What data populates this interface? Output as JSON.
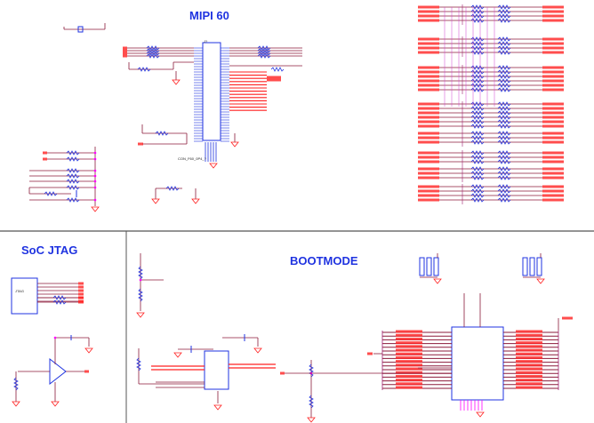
{
  "sections": {
    "mipi": {
      "title": "MIPI 60",
      "connector_ref": "J?",
      "connector_label": "CON_F60_0P4_?"
    },
    "jtag": {
      "title": "SoC JTAG",
      "block_label": "JTAG"
    },
    "bootmode": {
      "title": "BOOTMODE"
    }
  },
  "colors": {
    "title": "#1f33e0",
    "wire": "#8b1a3a",
    "net": "#ff2020",
    "component": "#1f33e0",
    "junction": "#ff00ff",
    "divider": "#555555"
  }
}
